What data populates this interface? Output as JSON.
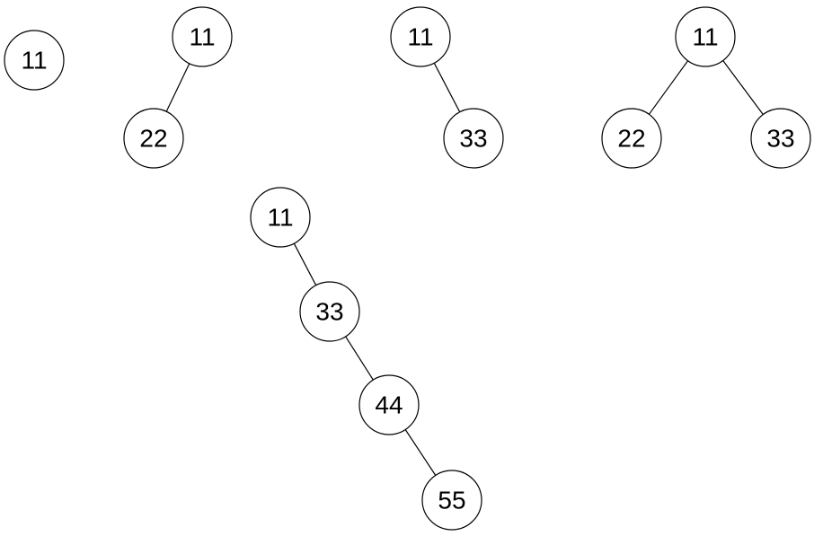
{
  "trees": [
    {
      "id": "tree-1",
      "nodes": [
        {
          "id": "t1-n11",
          "label": "11"
        }
      ],
      "edges": []
    },
    {
      "id": "tree-2",
      "nodes": [
        {
          "id": "t2-n11",
          "label": "11"
        },
        {
          "id": "t2-n22",
          "label": "22"
        }
      ],
      "edges": [
        {
          "from": "t2-n11",
          "to": "t2-n22"
        }
      ]
    },
    {
      "id": "tree-3",
      "nodes": [
        {
          "id": "t3-n11",
          "label": "11"
        },
        {
          "id": "t3-n33",
          "label": "33"
        }
      ],
      "edges": [
        {
          "from": "t3-n11",
          "to": "t3-n33"
        }
      ]
    },
    {
      "id": "tree-4",
      "nodes": [
        {
          "id": "t4-n11",
          "label": "11"
        },
        {
          "id": "t4-n22",
          "label": "22"
        },
        {
          "id": "t4-n33",
          "label": "33"
        }
      ],
      "edges": [
        {
          "from": "t4-n11",
          "to": "t4-n22"
        },
        {
          "from": "t4-n11",
          "to": "t4-n33"
        }
      ]
    },
    {
      "id": "tree-5",
      "nodes": [
        {
          "id": "t5-n11",
          "label": "11"
        },
        {
          "id": "t5-n33",
          "label": "33"
        },
        {
          "id": "t5-n44",
          "label": "44"
        },
        {
          "id": "t5-n55",
          "label": "55"
        }
      ],
      "edges": [
        {
          "from": "t5-n11",
          "to": "t5-n33"
        },
        {
          "from": "t5-n33",
          "to": "t5-n44"
        },
        {
          "from": "t5-n44",
          "to": "t5-n55"
        }
      ]
    }
  ]
}
